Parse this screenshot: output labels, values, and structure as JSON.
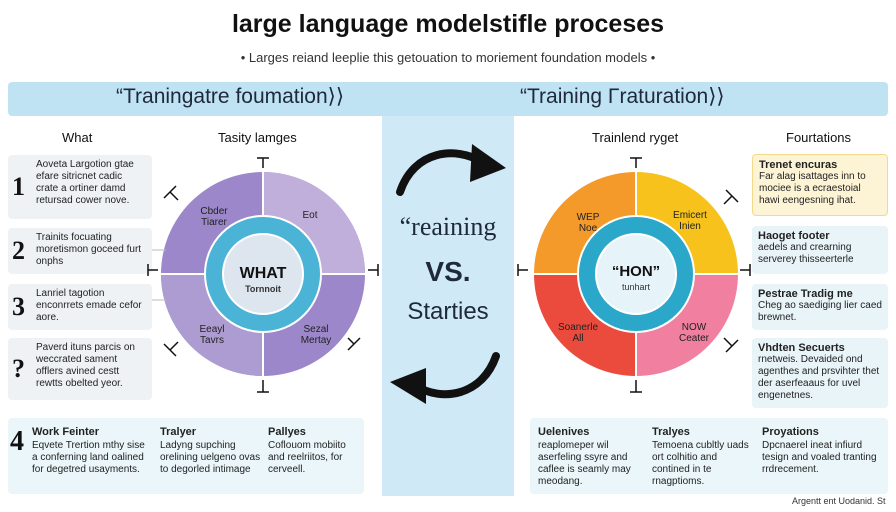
{
  "header": {
    "title": "large language modelstifle proceses",
    "subtitle": "• Larges reiand leeplie this getouation to moriement foundation models •"
  },
  "banner": {
    "left": "“Traningatre foumation⟩⟩",
    "right": "“Training Γraturation⟩⟩"
  },
  "left_panel": {
    "col_what": "What",
    "col_tasty": "Tasity lamges",
    "items": [
      {
        "num": "1",
        "text": "Aoveta Largotion gtae efare sitricnet cadic crate a ortiner damd retursad cower nove."
      },
      {
        "num": "2",
        "text": "Trainits focuating moretismon goceed furt onphs"
      },
      {
        "num": "3",
        "text": "Lanriel tagotion enconrrets emade cefor aore."
      },
      {
        "num": "?",
        "text": "Paverd ituns parcis on weccrated sament offlers avined cestt rewtts obelted yeor."
      }
    ],
    "wheel": {
      "q_top_left": "Cbder Tiarer",
      "q_top_right": "Eot",
      "q_bottom_left": "Eeayl Tavrs",
      "q_bottom_right": "Sezal Mertay",
      "center_main": "WHAT",
      "center_sub": "Tornnoit"
    },
    "bottom": {
      "num": "4",
      "cells": [
        {
          "head": "Work Feinter",
          "text": "Eqvete Trertion mthy sise a conferning land oalined for degetred usayments."
        },
        {
          "head": "Tralyer",
          "text": "Ladyng supching orelining uelgeno ovas to degorled intimage"
        },
        {
          "head": "Pallyes",
          "text": "Coflouom mobiito and reelriitos, for cerveell."
        }
      ]
    }
  },
  "center": {
    "line1": "“reaining",
    "line2": "VS.",
    "line3": "Starties"
  },
  "right_panel": {
    "col_target": "Trainlend ryget",
    "col_found": "Fourtations",
    "wheel": {
      "q_top_left": "WEP Noe",
      "q_top_right": "Emicert Inien",
      "q_bottom_left": "Soanerle All",
      "q_bottom_right": "NOW Ceater",
      "center_main": "“HON”",
      "center_sub": "tunhart"
    },
    "items": [
      {
        "head": "Trenet encuras",
        "text": "Far alag isattages inn to mociee is a ecraestoial hawi eengesning ihat."
      },
      {
        "head": "Haoget footer",
        "text": "aedels and crearning serverey thisseerterle"
      },
      {
        "head": "Pestrae Tradig me",
        "text": "Cheg ao saediging lier caed brewnet."
      },
      {
        "head": "Vhdten Secuerts",
        "text": "rnetweis. Devaided ond agenthes and prsvihter thet der aserfeaaus for uvel engenetnes."
      }
    ],
    "bottom": {
      "cells": [
        {
          "head": "Uelenives",
          "text": "reaplomeper wil aserfeling ssyre and caflee is seamly may meodang."
        },
        {
          "head": "Tralyes",
          "text": "Temoena cubltly uads ort colhitio and contined in te rnagptioms."
        },
        {
          "head": "Proyations",
          "text": "Dpcnaerel ineat infiurd tesign and voaled tranting rrdrecement."
        }
      ]
    }
  },
  "footer": {
    "text": "Argentt ent Uodanid. St"
  },
  "colors": {
    "banner": "#bfe3f2",
    "center_strip": "#cfeaf6",
    "purple": "#9b87c9",
    "lavender": "#c0aedb",
    "teal": "#4ab3d6",
    "orange": "#f39a2a",
    "yellow": "#f6c21b",
    "red": "#ea4b3d",
    "pink": "#f07fa0"
  }
}
